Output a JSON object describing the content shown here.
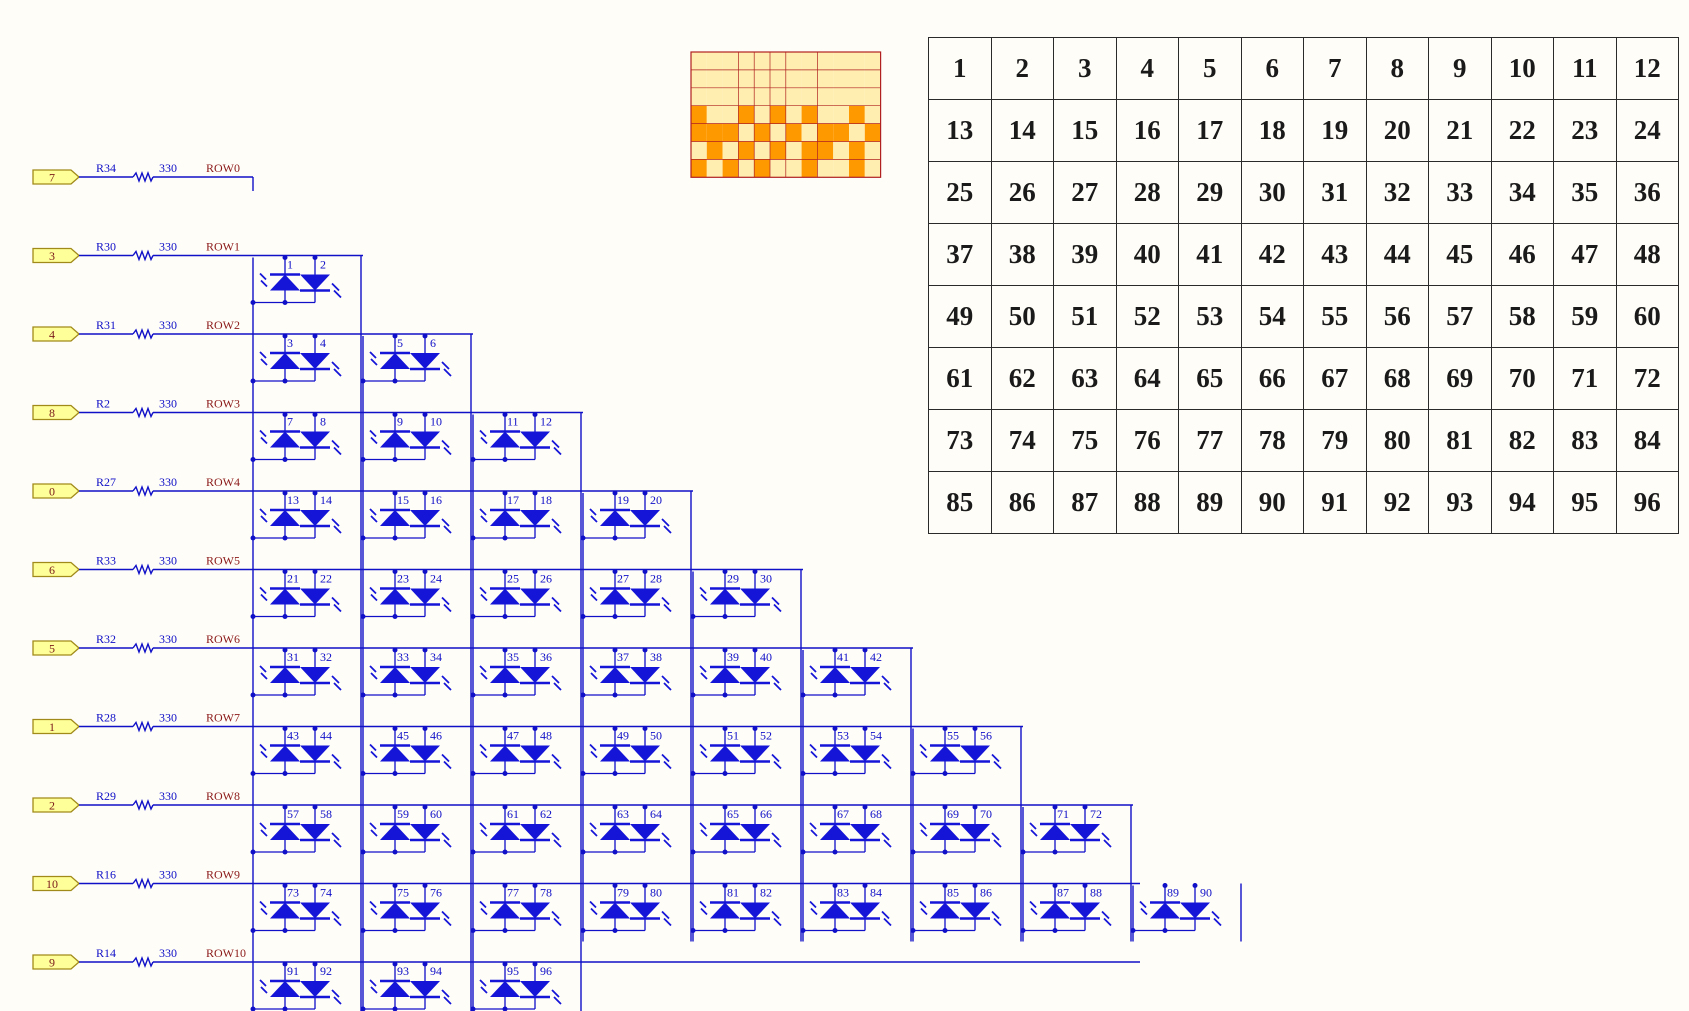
{
  "colors": {
    "wire": "#1010c8",
    "led": "#1515d8",
    "resistor": "#1010c8",
    "port_fill": "#ffff99",
    "port_stroke": "#a08a1a",
    "label_dark_red": "#8b1a1a",
    "preview_light": "#ffeeb0",
    "preview_orange": "#ff9900",
    "preview_border": "#b02020",
    "grid_border": "#2a2a2a"
  },
  "rows": [
    {
      "port": "7",
      "ref": "R34",
      "value": "330",
      "net": "ROW0"
    },
    {
      "port": "3",
      "ref": "R30",
      "value": "330",
      "net": "ROW1"
    },
    {
      "port": "4",
      "ref": "R31",
      "value": "330",
      "net": "ROW2"
    },
    {
      "port": "8",
      "ref": "R2",
      "value": "330",
      "net": "ROW3"
    },
    {
      "port": "0",
      "ref": "R27",
      "value": "330",
      "net": "ROW4"
    },
    {
      "port": "6",
      "ref": "R33",
      "value": "330",
      "net": "ROW5"
    },
    {
      "port": "5",
      "ref": "R32",
      "value": "330",
      "net": "ROW6"
    },
    {
      "port": "1",
      "ref": "R28",
      "value": "330",
      "net": "ROW7"
    },
    {
      "port": "2",
      "ref": "R29",
      "value": "330",
      "net": "ROW8"
    },
    {
      "port": "10",
      "ref": "R16",
      "value": "330",
      "net": "ROW9"
    },
    {
      "port": "9",
      "ref": "R14",
      "value": "330",
      "net": "ROW10"
    }
  ],
  "led_pairs": [
    {
      "row": 1,
      "col": 0,
      "a": "1",
      "b": "2"
    },
    {
      "row": 2,
      "col": 0,
      "a": "3",
      "b": "4"
    },
    {
      "row": 2,
      "col": 1,
      "a": "5",
      "b": "6"
    },
    {
      "row": 3,
      "col": 0,
      "a": "7",
      "b": "8"
    },
    {
      "row": 3,
      "col": 1,
      "a": "9",
      "b": "10"
    },
    {
      "row": 3,
      "col": 2,
      "a": "11",
      "b": "12"
    },
    {
      "row": 4,
      "col": 0,
      "a": "13",
      "b": "14"
    },
    {
      "row": 4,
      "col": 1,
      "a": "15",
      "b": "16"
    },
    {
      "row": 4,
      "col": 2,
      "a": "17",
      "b": "18"
    },
    {
      "row": 4,
      "col": 3,
      "a": "19",
      "b": "20"
    },
    {
      "row": 5,
      "col": 0,
      "a": "21",
      "b": "22"
    },
    {
      "row": 5,
      "col": 1,
      "a": "23",
      "b": "24"
    },
    {
      "row": 5,
      "col": 2,
      "a": "25",
      "b": "26"
    },
    {
      "row": 5,
      "col": 3,
      "a": "27",
      "b": "28"
    },
    {
      "row": 5,
      "col": 4,
      "a": "29",
      "b": "30"
    },
    {
      "row": 6,
      "col": 0,
      "a": "31",
      "b": "32"
    },
    {
      "row": 6,
      "col": 1,
      "a": "33",
      "b": "34"
    },
    {
      "row": 6,
      "col": 2,
      "a": "35",
      "b": "36"
    },
    {
      "row": 6,
      "col": 3,
      "a": "37",
      "b": "38"
    },
    {
      "row": 6,
      "col": 4,
      "a": "39",
      "b": "40"
    },
    {
      "row": 6,
      "col": 5,
      "a": "41",
      "b": "42"
    },
    {
      "row": 7,
      "col": 0,
      "a": "43",
      "b": "44"
    },
    {
      "row": 7,
      "col": 1,
      "a": "45",
      "b": "46"
    },
    {
      "row": 7,
      "col": 2,
      "a": "47",
      "b": "48"
    },
    {
      "row": 7,
      "col": 3,
      "a": "49",
      "b": "50"
    },
    {
      "row": 7,
      "col": 4,
      "a": "51",
      "b": "52"
    },
    {
      "row": 7,
      "col": 5,
      "a": "53",
      "b": "54"
    },
    {
      "row": 7,
      "col": 6,
      "a": "55",
      "b": "56"
    },
    {
      "row": 8,
      "col": 0,
      "a": "57",
      "b": "58"
    },
    {
      "row": 8,
      "col": 1,
      "a": "59",
      "b": "60"
    },
    {
      "row": 8,
      "col": 2,
      "a": "61",
      "b": "62"
    },
    {
      "row": 8,
      "col": 3,
      "a": "63",
      "b": "64"
    },
    {
      "row": 8,
      "col": 4,
      "a": "65",
      "b": "66"
    },
    {
      "row": 8,
      "col": 5,
      "a": "67",
      "b": "68"
    },
    {
      "row": 8,
      "col": 6,
      "a": "69",
      "b": "70"
    },
    {
      "row": 8,
      "col": 7,
      "a": "71",
      "b": "72"
    },
    {
      "row": 9,
      "col": 0,
      "a": "73",
      "b": "74"
    },
    {
      "row": 9,
      "col": 1,
      "a": "75",
      "b": "76"
    },
    {
      "row": 9,
      "col": 2,
      "a": "77",
      "b": "78"
    },
    {
      "row": 9,
      "col": 3,
      "a": "79",
      "b": "80"
    },
    {
      "row": 9,
      "col": 4,
      "a": "81",
      "b": "82"
    },
    {
      "row": 9,
      "col": 5,
      "a": "83",
      "b": "84"
    },
    {
      "row": 9,
      "col": 6,
      "a": "85",
      "b": "86"
    },
    {
      "row": 9,
      "col": 7,
      "a": "87",
      "b": "88"
    },
    {
      "row": 9,
      "col": 8,
      "a": "89",
      "b": "90"
    },
    {
      "row": 10,
      "col": 0,
      "a": "91",
      "b": "92"
    },
    {
      "row": 10,
      "col": 1,
      "a": "93",
      "b": "94"
    },
    {
      "row": 10,
      "col": 2,
      "a": "95",
      "b": "96"
    }
  ],
  "preview": {
    "grid": [
      "............",
      "............",
      "............",
      "#..#.#.#..#.",
      "###.#.#.##.#",
      ".#.#.#.##.#.",
      "#.#.#..#..#."
    ]
  },
  "number_grid": [
    [
      "1",
      "2",
      "3",
      "4",
      "5",
      "6",
      "7",
      "8",
      "9",
      "10",
      "11",
      "12"
    ],
    [
      "13",
      "14",
      "15",
      "16",
      "17",
      "18",
      "19",
      "20",
      "21",
      "22",
      "23",
      "24"
    ],
    [
      "25",
      "26",
      "27",
      "28",
      "29",
      "30",
      "31",
      "32",
      "33",
      "34",
      "35",
      "36"
    ],
    [
      "37",
      "38",
      "39",
      "40",
      "41",
      "42",
      "43",
      "44",
      "45",
      "46",
      "47",
      "48"
    ],
    [
      "49",
      "50",
      "51",
      "52",
      "53",
      "54",
      "55",
      "56",
      "57",
      "58",
      "59",
      "60"
    ],
    [
      "61",
      "62",
      "63",
      "64",
      "65",
      "66",
      "67",
      "68",
      "69",
      "70",
      "71",
      "72"
    ],
    [
      "73",
      "74",
      "75",
      "76",
      "77",
      "78",
      "79",
      "80",
      "81",
      "82",
      "83",
      "84"
    ],
    [
      "85",
      "86",
      "87",
      "88",
      "89",
      "90",
      "91",
      "92",
      "93",
      "94",
      "95",
      "96"
    ]
  ]
}
